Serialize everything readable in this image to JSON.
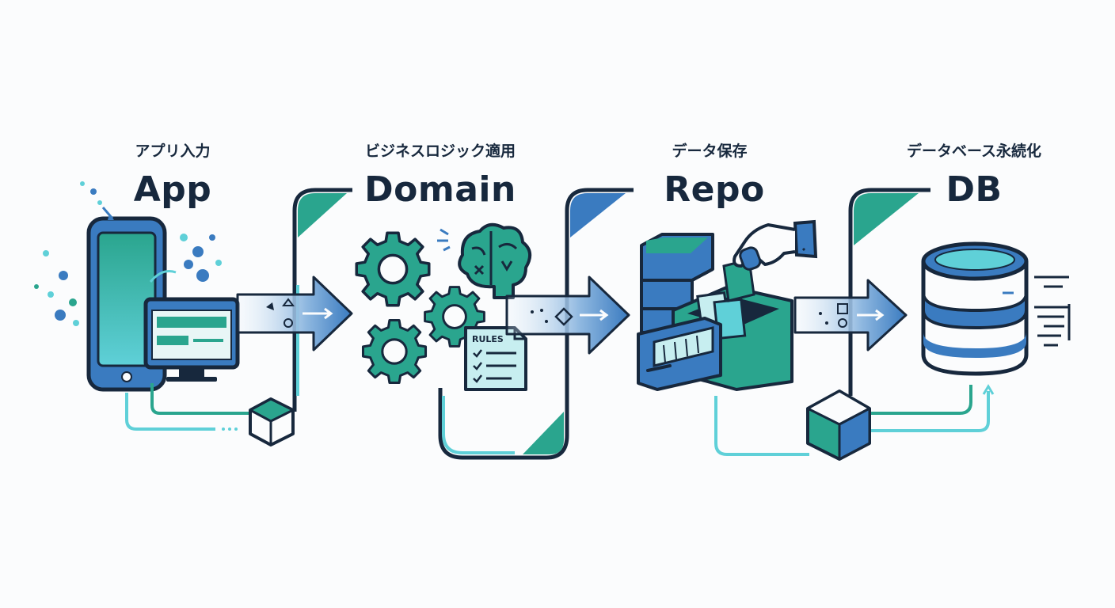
{
  "stages": [
    {
      "id": "app",
      "subtitle": "アプリ入力",
      "title": "App"
    },
    {
      "id": "domain",
      "subtitle": "ビジネスロジック適用",
      "title": "Domain"
    },
    {
      "id": "repo",
      "subtitle": "データ保存",
      "title": "Repo"
    },
    {
      "id": "db",
      "subtitle": "データベース永続化",
      "title": "DB"
    }
  ],
  "rules_label": "RULES",
  "colors": {
    "ink": "#17283d",
    "teal": "#2aa58e",
    "blue": "#3a7bc0",
    "cyan": "#5fd0d8",
    "pale": "#c7eef0"
  }
}
